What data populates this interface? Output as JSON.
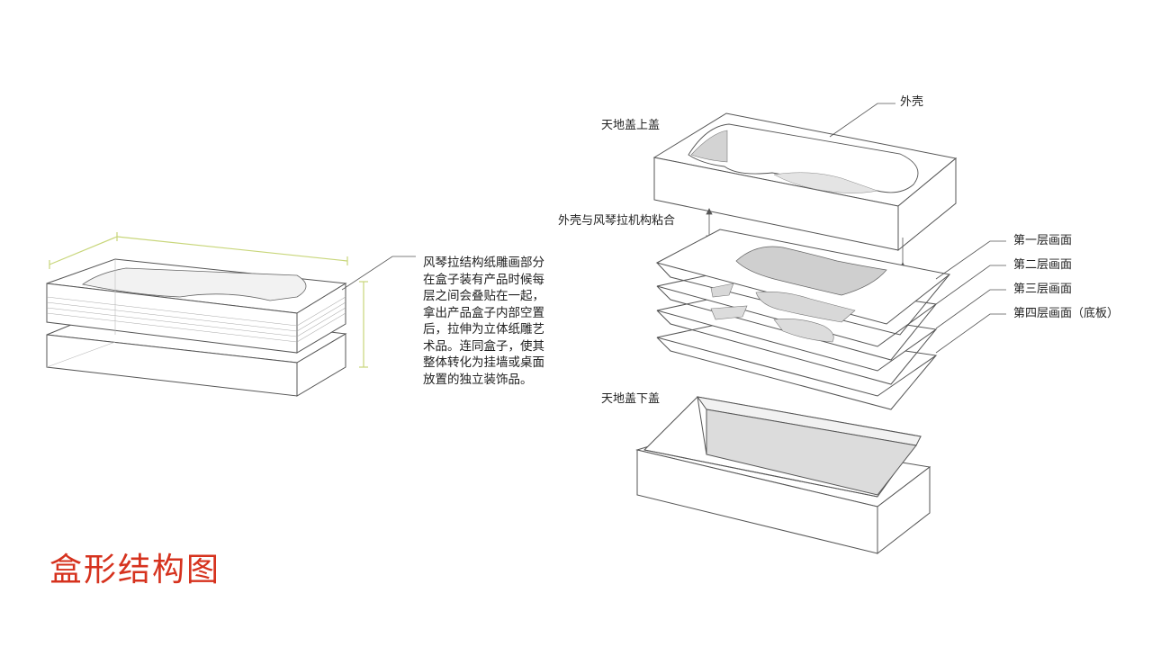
{
  "description": {
    "lines": [
      "风琴拉结构纸雕画部分",
      "在盒子装有产品时候每",
      "层之间会叠贴在一起，",
      "拿出产品盒子内部空置",
      "后，拉伸为立体纸雕艺",
      "术品。连同盒子，使其",
      "整体转化为挂墙或桌面",
      "放置的独立装饰品。"
    ]
  },
  "labels": {
    "lid_top": "天地盖上盖",
    "shell": "外壳",
    "shell_bond": "外壳与风琴拉机构粘合",
    "layer1": "第一层画面",
    "layer2": "第二层画面",
    "layer3": "第三层画面",
    "layer4": "第四层画面（底板）",
    "lid_bottom": "天地盖下盖"
  },
  "title": "盒形结构图",
  "colors": {
    "line": "#555555",
    "dimension": "#c8d67a",
    "title": "#d6321e",
    "cutout": "#cfcfcf"
  }
}
